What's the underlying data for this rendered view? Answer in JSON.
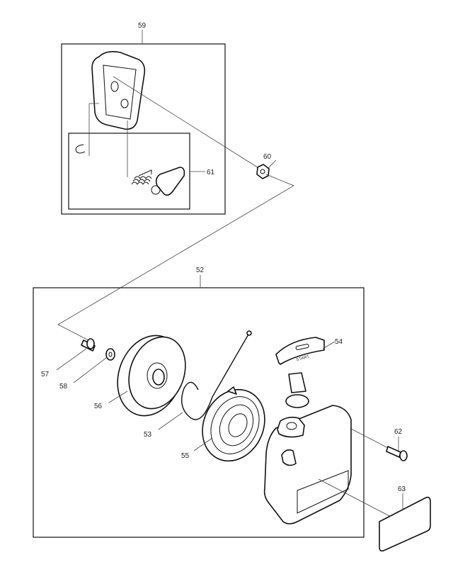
{
  "diagram": {
    "callouts": {
      "p59": "59",
      "p60": "60",
      "p61": "61",
      "p52": "52",
      "p54": "54",
      "p57": "57",
      "p58": "58",
      "p56": "56",
      "p53": "53",
      "p55": "55",
      "p62": "62",
      "p63": "63"
    },
    "handle_text": "START"
  }
}
